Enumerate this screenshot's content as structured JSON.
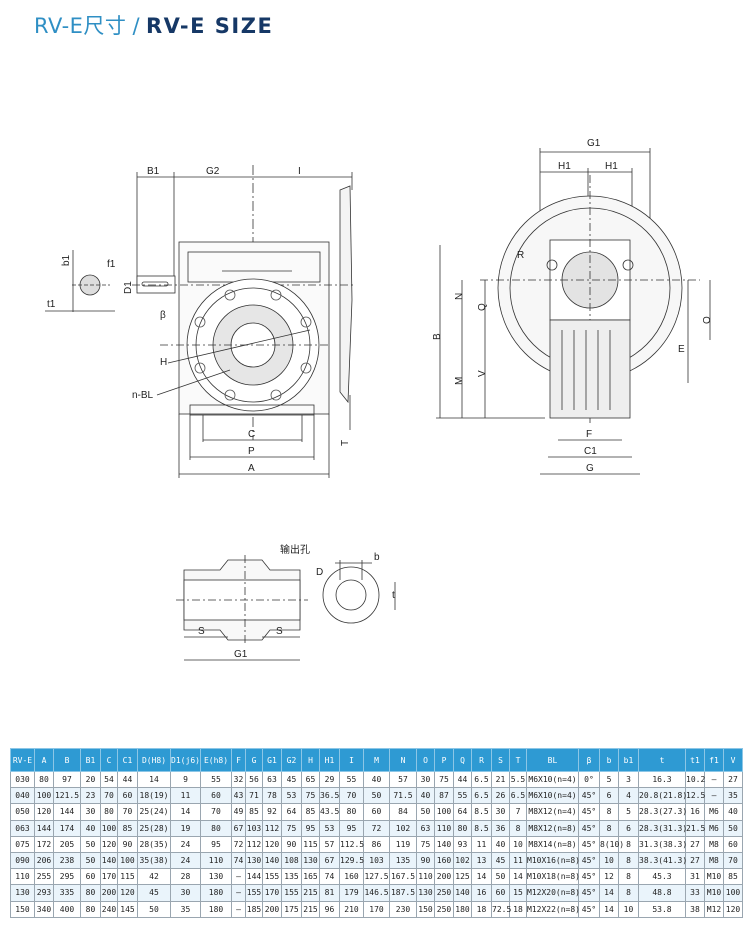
{
  "title": {
    "cn": "RV-E尺寸",
    "separator": "/",
    "en": "RV-E SIZE"
  },
  "colors": {
    "title_light": "#2f8fc4",
    "title_dark": "#163866",
    "table_header": "#2e9ad3"
  },
  "drawing_labels": {
    "side_view": {
      "B1": "B1",
      "G2": "G2",
      "I": "I",
      "f1": "f1",
      "D1": "D1",
      "beta": "β",
      "H": "H",
      "nBL": "n-BL",
      "C": "C",
      "P": "P",
      "A": "A",
      "T": "T"
    },
    "key_section": {
      "b1": "b1",
      "t1": "t1"
    },
    "front_view": {
      "G1": "G1",
      "H1a": "H1",
      "H1b": "H1",
      "R": "R",
      "B": "B",
      "N": "N",
      "Q": "Q",
      "M": "M",
      "V": "V",
      "O": "O",
      "E": "E",
      "F": "F",
      "C1": "C1",
      "G": "G"
    },
    "output_hole": {
      "caption": "输出孔",
      "b": "b",
      "D": "D",
      "t": "t",
      "S1": "S",
      "S2": "S",
      "G1": "G1"
    }
  },
  "table": {
    "headers": [
      "RV-E",
      "A",
      "B",
      "B1",
      "C",
      "C1",
      "D(H8)",
      "D1(j6)",
      "E(h8)",
      "F",
      "G",
      "G1",
      "G2",
      "H",
      "H1",
      "I",
      "M",
      "N",
      "O",
      "P",
      "Q",
      "R",
      "S",
      "T",
      "BL",
      "β",
      "b",
      "b1",
      "t",
      "t1",
      "f1",
      "V"
    ],
    "rows": [
      [
        "030",
        "80",
        "97",
        "20",
        "54",
        "44",
        "14",
        "9",
        "55",
        "32",
        "56",
        "63",
        "45",
        "65",
        "29",
        "55",
        "40",
        "57",
        "30",
        "75",
        "44",
        "6.5",
        "21",
        "5.5",
        "M6X10(n=4)",
        "0°",
        "5",
        "3",
        "16.3",
        "10.2",
        "–",
        "27"
      ],
      [
        "040",
        "100",
        "121.5",
        "23",
        "70",
        "60",
        "18(19)",
        "11",
        "60",
        "43",
        "71",
        "78",
        "53",
        "75",
        "36.5",
        "70",
        "50",
        "71.5",
        "40",
        "87",
        "55",
        "6.5",
        "26",
        "6.5",
        "M6X10(n=4)",
        "45°",
        "6",
        "4",
        "20.8(21.8)",
        "12.5",
        "–",
        "35"
      ],
      [
        "050",
        "120",
        "144",
        "30",
        "80",
        "70",
        "25(24)",
        "14",
        "70",
        "49",
        "85",
        "92",
        "64",
        "85",
        "43.5",
        "80",
        "60",
        "84",
        "50",
        "100",
        "64",
        "8.5",
        "30",
        "7",
        "M8X12(n=4)",
        "45°",
        "8",
        "5",
        "28.3(27.3)",
        "16",
        "M6",
        "40"
      ],
      [
        "063",
        "144",
        "174",
        "40",
        "100",
        "85",
        "25(28)",
        "19",
        "80",
        "67",
        "103",
        "112",
        "75",
        "95",
        "53",
        "95",
        "72",
        "102",
        "63",
        "110",
        "80",
        "8.5",
        "36",
        "8",
        "M8X12(n=8)",
        "45°",
        "8",
        "6",
        "28.3(31.3)",
        "21.5",
        "M6",
        "50"
      ],
      [
        "075",
        "172",
        "205",
        "50",
        "120",
        "90",
        "28(35)",
        "24",
        "95",
        "72",
        "112",
        "120",
        "90",
        "115",
        "57",
        "112.5",
        "86",
        "119",
        "75",
        "140",
        "93",
        "11",
        "40",
        "10",
        "M8X14(n=8)",
        "45°",
        "8(10)",
        "8",
        "31.3(38.3)",
        "27",
        "M8",
        "60"
      ],
      [
        "090",
        "206",
        "238",
        "50",
        "140",
        "100",
        "35(38)",
        "24",
        "110",
        "74",
        "130",
        "140",
        "108",
        "130",
        "67",
        "129.5",
        "103",
        "135",
        "90",
        "160",
        "102",
        "13",
        "45",
        "11",
        "M10X16(n=8)",
        "45°",
        "10",
        "8",
        "38.3(41.3)",
        "27",
        "M8",
        "70"
      ],
      [
        "110",
        "255",
        "295",
        "60",
        "170",
        "115",
        "42",
        "28",
        "130",
        "–",
        "144",
        "155",
        "135",
        "165",
        "74",
        "160",
        "127.5",
        "167.5",
        "110",
        "200",
        "125",
        "14",
        "50",
        "14",
        "M10X18(n=8)",
        "45°",
        "12",
        "8",
        "45.3",
        "31",
        "M10",
        "85"
      ],
      [
        "130",
        "293",
        "335",
        "80",
        "200",
        "120",
        "45",
        "30",
        "180",
        "–",
        "155",
        "170",
        "155",
        "215",
        "81",
        "179",
        "146.5",
        "187.5",
        "130",
        "250",
        "140",
        "16",
        "60",
        "15",
        "M12X20(n=8)",
        "45°",
        "14",
        "8",
        "48.8",
        "33",
        "M10",
        "100"
      ],
      [
        "150",
        "340",
        "400",
        "80",
        "240",
        "145",
        "50",
        "35",
        "180",
        "–",
        "185",
        "200",
        "175",
        "215",
        "96",
        "210",
        "170",
        "230",
        "150",
        "250",
        "180",
        "18",
        "72.5",
        "18",
        "M12X22(n=8)",
        "45°",
        "14",
        "10",
        "53.8",
        "38",
        "M12",
        "120"
      ]
    ]
  }
}
